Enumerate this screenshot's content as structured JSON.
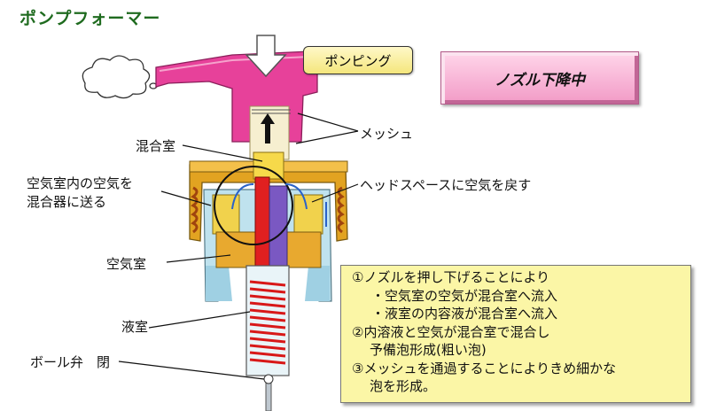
{
  "title": "ポンプフォーマー",
  "pumping_label": "ポンピング",
  "status_label": "ノズル下降中",
  "labels": {
    "mesh": "メッシュ",
    "mixing_chamber": "混合室",
    "air_to_mixer_line1": "空気室内の空気を",
    "air_to_mixer_line2": "混合器に送る",
    "headspace": "ヘッドスペースに空気を戻す",
    "air_chamber": "空気室",
    "liquid_chamber": "液室",
    "ball_valve": "ボール弁　閉"
  },
  "notes": [
    "①ノズルを押し下げることにより",
    "・空気室の空気が混合室へ流入",
    "・液室の内容液が混合室へ流入",
    "②内溶液と空気が混合室で混合し",
    "予備泡形成(粗い泡)",
    "③メッシュを通過することによりきめ細かな",
    "泡を形成。"
  ]
}
